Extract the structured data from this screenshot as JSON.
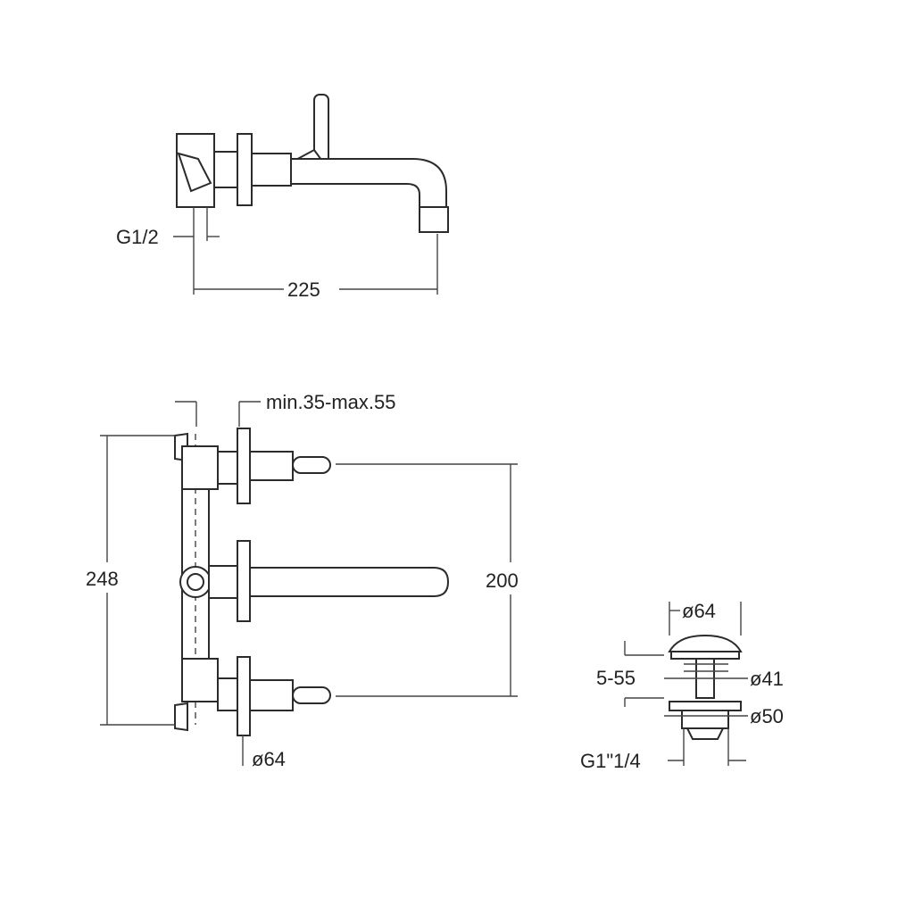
{
  "labels": {
    "top_thread": "G1/2",
    "top_width": "225",
    "depth_range": "min.35-max.55",
    "height_total": "248",
    "height_centers": "200",
    "rosette_dia": "ø64",
    "waste_top_dia": "ø64",
    "waste_adjust": "5-55",
    "waste_mid_dia": "ø41",
    "waste_flange_dia": "ø50",
    "waste_thread": "G1\"1/4"
  }
}
